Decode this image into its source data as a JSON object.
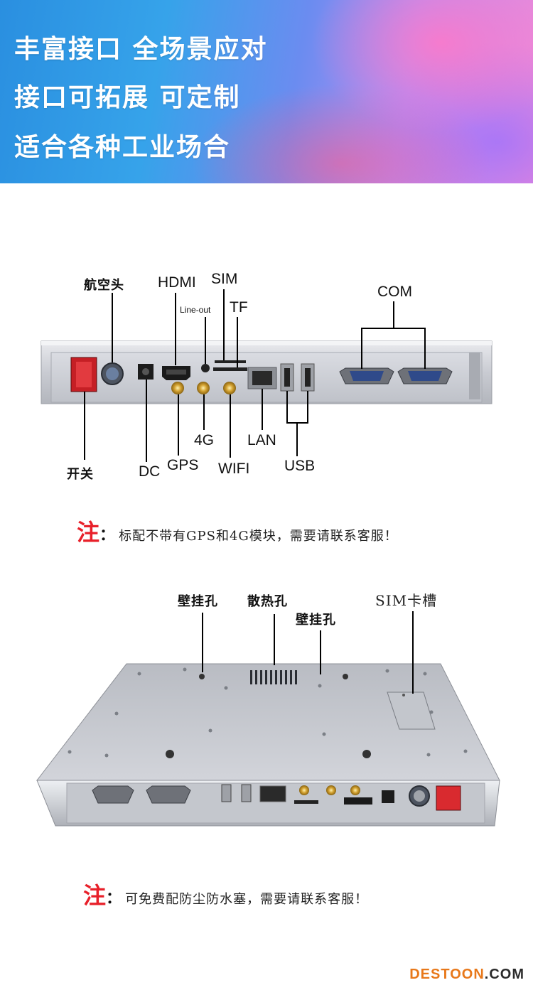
{
  "banner": {
    "line1": "丰富接口  全场景应对",
    "line2": "接口可拓展  可定制",
    "line3": "适合各种工业场合"
  },
  "front_panel": {
    "labels": {
      "aviation": "航空头",
      "hdmi": "HDMI",
      "sim": "SIM",
      "line_out": "Line-out",
      "tf": "TF",
      "com": "COM",
      "switch": "开关",
      "dc": "DC",
      "gps": "GPS",
      "g4": "4G",
      "wifi": "WIFI",
      "lan": "LAN",
      "usb": "USB"
    },
    "note_mark": "注",
    "note_colon": "：",
    "note_text": "标配不带有GPS和4G模块，需要请联系客服！"
  },
  "back_panel": {
    "labels": {
      "wall_hole_left": "壁挂孔",
      "heat_vent": "散热孔",
      "wall_hole_right": "壁挂孔",
      "sim_slot": "SIM卡槽"
    },
    "note_mark": "注",
    "note_colon": "：",
    "note_text": "可免费配防尘防水塞，需要请联系客服！"
  },
  "footer": {
    "logo_a": "DESTOON",
    "logo_b": ".COM"
  },
  "colors": {
    "accent_red": "#e8202a",
    "logo_orange": "#e8781a"
  }
}
